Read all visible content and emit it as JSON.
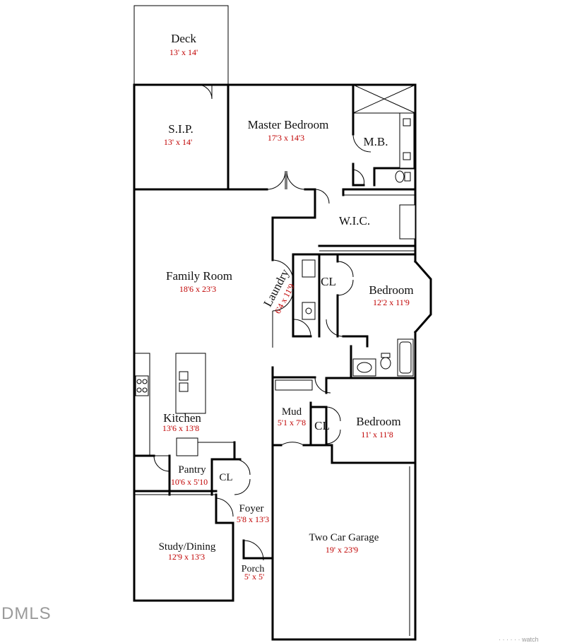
{
  "rooms": {
    "deck": {
      "name": "Deck",
      "dim": "13' x 14'"
    },
    "sip": {
      "name": "S.I.P.",
      "dim": "13' x 14'"
    },
    "master_bedroom": {
      "name": "Master Bedroom",
      "dim": "17'3 x 14'3"
    },
    "master_bath": {
      "name": "M.B."
    },
    "wic": {
      "name": "W.I.C."
    },
    "family_room": {
      "name": "Family Room",
      "dim": "18'6 x 23'3"
    },
    "laundry": {
      "name": "Laundry",
      "dim": "6'4 x 11'9"
    },
    "closet_bedroom2": {
      "name": "CL"
    },
    "bedroom2": {
      "name": "Bedroom",
      "dim": "12'2 x 11'9"
    },
    "kitchen": {
      "name": "Kitchen",
      "dim": "13'6 x 13'8"
    },
    "mud": {
      "name": "Mud",
      "dim": "5'1 x 7'8"
    },
    "closet_bedroom3": {
      "name": "CL"
    },
    "bedroom3": {
      "name": "Bedroom",
      "dim": "11' x 11'8"
    },
    "pantry": {
      "name": "Pantry",
      "dim": "10'6 x 5'10"
    },
    "closet_foyer": {
      "name": "CL"
    },
    "foyer": {
      "name": "Foyer",
      "dim": "5'8 x 13'3"
    },
    "garage": {
      "name": "Two Car Garage",
      "dim": "19' x 23'9"
    },
    "study_dining": {
      "name": "Study/Dining",
      "dim": "12'9 x 13'3"
    },
    "porch": {
      "name": "Porch",
      "dim": "5' x 5'"
    }
  },
  "watermark": "DMLS",
  "corner_note": "· · · · · · watch"
}
